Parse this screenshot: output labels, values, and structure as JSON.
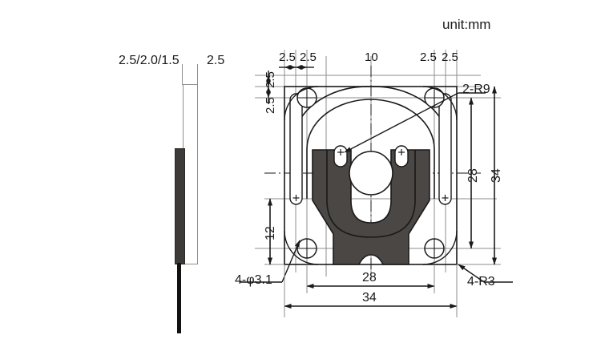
{
  "meta": {
    "unit_note": "unit:mm",
    "colors": {
      "body_fill": "#4a4745",
      "line": "#1a1a1a",
      "thin_line": "#8d8d8d",
      "background": "#ffffff"
    }
  },
  "side_view": {
    "thickness_label": "2.5/2.0/1.5",
    "plate_label": "2.5"
  },
  "front_view": {
    "top_dimensions": [
      {
        "value": "2.5"
      },
      {
        "value": "2.5"
      },
      {
        "value": "10"
      },
      {
        "value": "2.5"
      },
      {
        "value": "2.5"
      }
    ],
    "left_dimensions": [
      {
        "value": "2.5"
      },
      {
        "value": "2.5"
      },
      {
        "value": "12"
      }
    ],
    "right_dimensions": [
      {
        "value": "28"
      },
      {
        "value": "34"
      }
    ],
    "bottom_dimensions": [
      {
        "value": "28"
      },
      {
        "value": "34"
      }
    ],
    "callouts": [
      {
        "value": "2-R9"
      },
      {
        "value": "4-R3"
      },
      {
        "value": "4-φ3.1"
      }
    ]
  }
}
